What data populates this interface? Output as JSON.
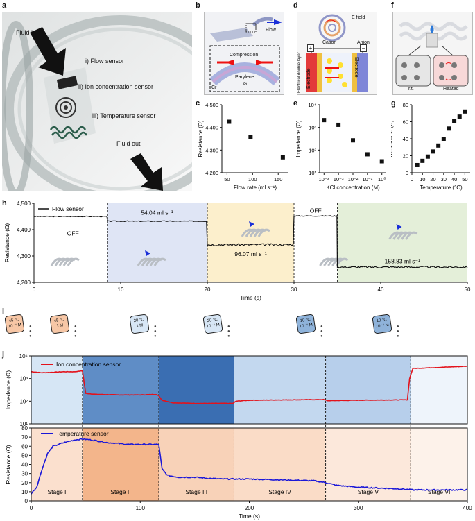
{
  "panel_labels": {
    "a": "a",
    "b": "b",
    "c": "c",
    "d": "d",
    "e": "e",
    "f": "f",
    "g": "g",
    "h": "h",
    "i": "i",
    "j": "j"
  },
  "panel_a": {
    "fluid_in": "Fluid in",
    "flow_sensor": "i) Flow sensor",
    "ion_sensor": "ii) Ion concentration sensor",
    "temp_sensor": "iii) Temperature sensor",
    "fluid_out": "Fluid out"
  },
  "panel_b": {
    "flow": "Flow",
    "compression": "Compression",
    "parylene": "Parylene",
    "pt": "Pt",
    "cr": "Cr"
  },
  "panel_d": {
    "efield": "E field",
    "cation": "Cation",
    "anion": "Anion",
    "edl": "Electrical double layer",
    "electrode_left": "Electrode",
    "electrode_right": "Electrode",
    "plus": "+",
    "minus": "−"
  },
  "panel_f": {
    "rt": "r.t.",
    "heated": "Heated"
  },
  "chart_data": [
    {
      "id": "c",
      "type": "scatter",
      "xlabel": "Flow rate (ml s⁻¹)",
      "ylabel": "Resistance (Ω)",
      "xlim": [
        40,
        170
      ],
      "ylim": [
        4200,
        4500
      ],
      "xticks": [
        "50",
        "100",
        "150"
      ],
      "yticks": [
        "4,200",
        "4,300",
        "4,400",
        "4,500"
      ],
      "x": [
        54,
        96,
        159
      ],
      "y": [
        4425,
        4358,
        4268
      ]
    },
    {
      "id": "e",
      "type": "scatter",
      "scale": "log-log",
      "xlabel": "KCl concentration (M)",
      "ylabel": "Impedance (Ω)",
      "xlim": [
        5e-05,
        2
      ],
      "ylim": [
        10,
        10000
      ],
      "xticks": [
        "10⁻⁴",
        "10⁻³",
        "10⁻²",
        "10⁻¹",
        "10⁰"
      ],
      "yticks": [
        "10¹",
        "10²",
        "10³",
        "10⁴"
      ],
      "x": [
        0.0001,
        0.001,
        0.01,
        0.1,
        1
      ],
      "y": [
        2100,
        1300,
        270,
        65,
        32
      ]
    },
    {
      "id": "g",
      "type": "scatter",
      "xlabel": "Temperature (°C)",
      "ylabel": "Resistance (Ω)",
      "xlim": [
        0,
        55
      ],
      "ylim": [
        0,
        80
      ],
      "xticks": [
        "0",
        "10",
        "20",
        "30",
        "40",
        "50"
      ],
      "yticks": [
        "0",
        "20",
        "40",
        "60",
        "80"
      ],
      "x": [
        5,
        10,
        15,
        20,
        25,
        30,
        35,
        40,
        45,
        50
      ],
      "y": [
        9,
        14,
        19,
        25,
        32,
        40,
        52,
        61,
        66,
        72
      ]
    },
    {
      "id": "h",
      "type": "line",
      "legend": "Flow sensor",
      "xlabel": "Time (s)",
      "ylabel": "Resistance (Ω)",
      "xlim": [
        0,
        50
      ],
      "ylim": [
        4200,
        4500
      ],
      "xticks": [
        "0",
        "10",
        "20",
        "30",
        "40",
        "50"
      ],
      "yticks": [
        "4,200",
        "4,300",
        "4,400",
        "4,500"
      ],
      "segments": [
        {
          "x0": 0,
          "x1": 8.5,
          "level": 4450
        },
        {
          "x0": 8.5,
          "x1": 20,
          "level": 4432
        },
        {
          "x0": 20,
          "x1": 30,
          "level": 4343
        },
        {
          "x0": 30,
          "x1": 35,
          "level": 4452
        },
        {
          "x0": 35,
          "x1": 50,
          "level": 4258
        }
      ],
      "annotations": [
        "OFF",
        "54.04 ml s⁻¹",
        "96.07 ml s⁻¹",
        "OFF",
        "158.83 ml s⁻¹"
      ],
      "region_colors": [
        "#ffffff",
        "#dfe5f5",
        "#fcefcc",
        "#ffffff",
        "#e4efd9"
      ]
    },
    {
      "id": "j_top",
      "type": "line",
      "scale": "log",
      "legend": "Ion concentration sensor",
      "ylabel": "Impedance (Ω)",
      "xlim": [
        0,
        400
      ],
      "ylim": [
        10,
        10000
      ],
      "yticks": [
        "10¹",
        "10²",
        "10³",
        "10⁴"
      ],
      "points_x": [
        0,
        10,
        20,
        30,
        40,
        47,
        48,
        50,
        60,
        80,
        100,
        115,
        117,
        120,
        130,
        150,
        170,
        185,
        188,
        200,
        240,
        268,
        272,
        300,
        345,
        347,
        350,
        400
      ],
      "points_y": [
        2000,
        1800,
        1900,
        2000,
        2000,
        2200,
        1000,
        220,
        200,
        190,
        190,
        200,
        170,
        110,
        85,
        80,
        80,
        80,
        100,
        110,
        115,
        118,
        105,
        110,
        115,
        1000,
        2800,
        3500
      ]
    },
    {
      "id": "j_bottom",
      "type": "line",
      "legend": "Temperature sensor",
      "xlabel": "Time (s)",
      "ylabel": "Resistance (Ω)",
      "xlim": [
        0,
        400
      ],
      "ylim": [
        0,
        80
      ],
      "xticks": [
        "0",
        "100",
        "200",
        "300",
        "400"
      ],
      "yticks": [
        "0",
        "10",
        "20",
        "30",
        "40",
        "50",
        "60",
        "70",
        "80"
      ],
      "points_x": [
        0,
        5,
        10,
        15,
        20,
        30,
        40,
        47,
        55,
        60,
        70,
        80,
        90,
        100,
        110,
        117,
        120,
        125,
        135,
        150,
        160,
        175,
        185,
        200,
        230,
        260,
        270,
        280,
        300,
        320,
        340,
        350,
        370,
        400
      ],
      "points_y": [
        8,
        15,
        35,
        52,
        60,
        64,
        67,
        68,
        67,
        66,
        64,
        63,
        62,
        62,
        62,
        62,
        35,
        28,
        26,
        26,
        25,
        24,
        24,
        24,
        23,
        22,
        20,
        17,
        15,
        14,
        13,
        12,
        12,
        12
      ],
      "stages": [
        "Stage I",
        "Stage II",
        "Stage III",
        "Stage IV",
        "Stage V",
        "Stage VI"
      ],
      "stage_bounds": [
        0,
        47,
        117,
        186,
        270,
        348,
        400
      ]
    }
  ],
  "panel_i": {
    "boxes": [
      {
        "temp": "45 °C",
        "conc": "10⁻⁴ M",
        "color": "#f7c7a6",
        "x": 3
      },
      {
        "temp": "45 °C",
        "conc": "1 M",
        "color": "#f7c7a6",
        "x": 0
      },
      {
        "temp": "20 °C",
        "conc": "1 M",
        "color": "#d7e6f5",
        "x": 0
      },
      {
        "temp": "20 °C",
        "conc": "10⁻⁴ M",
        "color": "#d7e6f5",
        "x": 0
      },
      {
        "temp": "10 °C",
        "conc": "10⁻⁴ M",
        "color": "#8fb3da",
        "x": 0
      },
      {
        "temp": "10 °C",
        "conc": "10⁻⁴ M",
        "color": "#8fb3da",
        "x": 0
      }
    ]
  },
  "colors": {
    "flow": "#000000",
    "ion": "#e3121b",
    "temp": "#1a17d8",
    "stage_ion": [
      "#d6e6f5",
      "#5f8dc6",
      "#3a6eb2",
      "#c3d8ef",
      "#b7cfeb",
      "#eef4fb"
    ],
    "stage_temp": [
      "#fbe0ce",
      "#f3b58b",
      "#f8d2b8",
      "#fadcc7",
      "#fce8db",
      "#fdf2ea"
    ]
  }
}
